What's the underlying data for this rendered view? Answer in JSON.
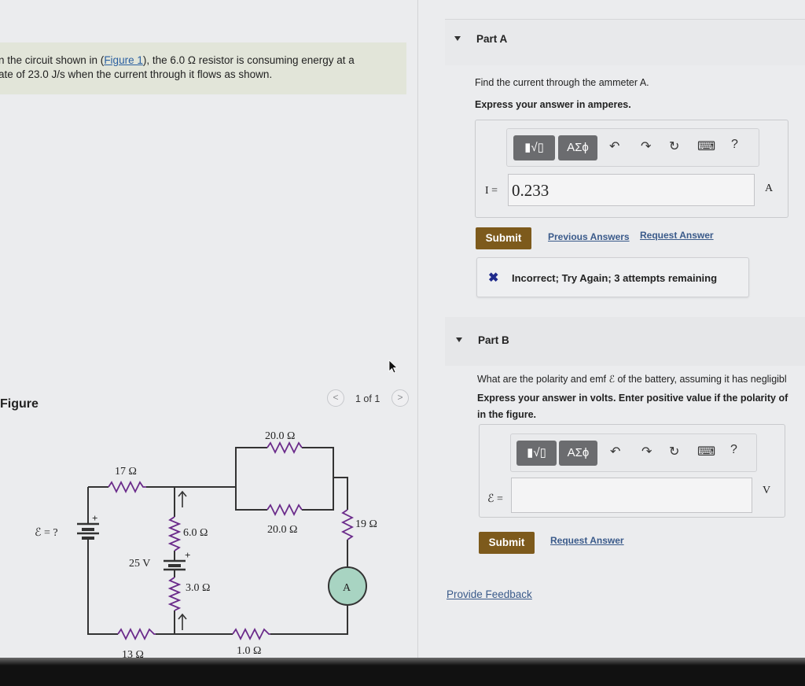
{
  "problem": {
    "line1_pre": "n the circuit shown in (",
    "figure_link": "Figure 1",
    "line1_post": "), the 6.0 Ω resistor is consuming energy at a",
    "line2": "ate of 23.0 J/s when the current through it flows as shown."
  },
  "figure": {
    "label": "Figure",
    "pager": "1 of 1",
    "prev": "<",
    "next": ">"
  },
  "circuit": {
    "r_top": "20.0 Ω",
    "r_mid": "20.0 Ω",
    "r_17": "17 Ω",
    "r_6": "6.0 Ω",
    "r_3": "3.0 Ω",
    "r_19": "19 Ω",
    "r_13": "13 Ω",
    "r_1": "1.0 Ω",
    "emf_label": "ℰ = ?",
    "v25": "25 V",
    "plus": "+",
    "ammeter": "A"
  },
  "partA": {
    "title": "Part A",
    "question": "Find the current through the ammeter A.",
    "instruction": "Express your answer in amperes.",
    "toolbar": {
      "templates": "▮√▯",
      "symbols": "ΑΣϕ",
      "undo": "↶",
      "redo": "↷",
      "reset": "↻",
      "keyboard": "⌨",
      "help": "?"
    },
    "var": "I =",
    "value": "0.233",
    "unit": "A",
    "submit": "Submit",
    "previous_answers": "Previous Answers",
    "request_answer": "Request Answer",
    "feedback": "Incorrect; Try Again; 3 attempts remaining",
    "feedback_icon": "✖"
  },
  "partB": {
    "title": "Part B",
    "question": "What are the polarity and emf ℰ of the battery, assuming it has negligibl",
    "instruction1": "Express your answer in volts. Enter positive value if the polarity of",
    "instruction2": "in the figure.",
    "toolbar": {
      "templates": "▮√▯",
      "symbols": "ΑΣϕ",
      "undo": "↶",
      "redo": "↷",
      "reset": "↻",
      "keyboard": "⌨",
      "help": "?"
    },
    "var": "ℰ =",
    "value": "",
    "unit": "V",
    "submit": "Submit",
    "request_answer": "Request Answer"
  },
  "provide_feedback": "Provide Feedback",
  "colors": {
    "submit": "#7d5a1c",
    "link": "#2a5fa0",
    "incorrect": "#1f2a8c",
    "resistor": "#6a2a8a",
    "ammeter_fill": "#a8d4c2"
  }
}
